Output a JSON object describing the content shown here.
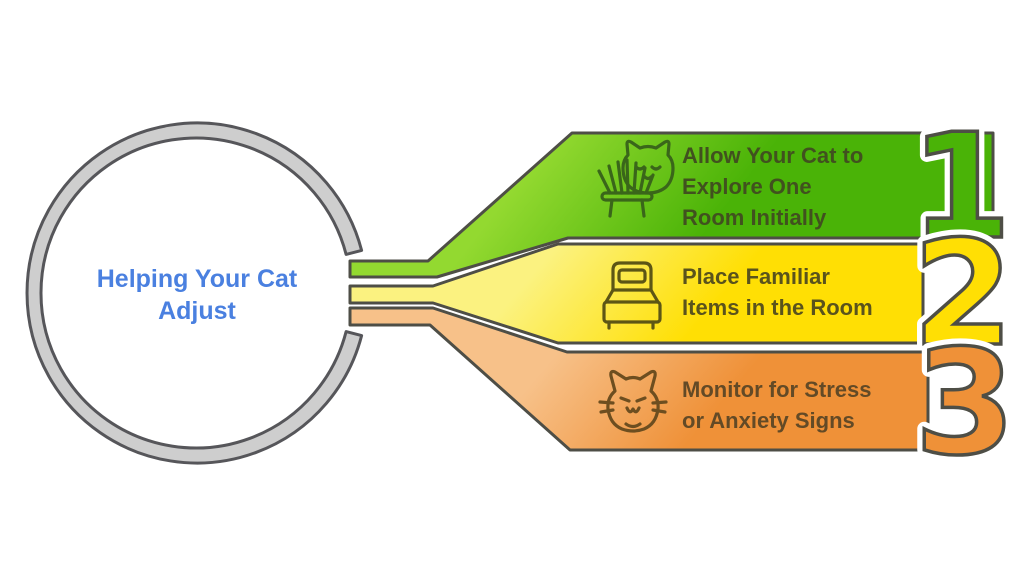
{
  "title": {
    "line1": "Helping Your Cat",
    "line2": "Adjust",
    "color": "#4a80e0"
  },
  "hub": {
    "ring_fill": "#cecece",
    "ring_outline": "#56565a"
  },
  "outline_color": "#4e4e46",
  "halo_color": "#ffffff",
  "steps": [
    {
      "number": "1",
      "label_line1": "Allow Your Cat to",
      "label_line2": "Explore One",
      "label_line3": "Room Initially",
      "icon": "cat-and-grass-icon",
      "color_light": "#93d930",
      "color_dark": "#4ab307",
      "text_color": "#41511f",
      "icon_color": "#3a661a"
    },
    {
      "number": "2",
      "label_line1": "Place Familiar",
      "label_line2": "Items in the Room",
      "label_line3": "",
      "icon": "bed-icon",
      "color_light": "#fbf280",
      "color_dark": "#ffdf04",
      "text_color": "#5a531c",
      "icon_color": "#5d5615"
    },
    {
      "number": "3",
      "label_line1": "Monitor for Stress",
      "label_line2": "or Anxiety Signs",
      "label_line3": "",
      "icon": "cat-face-icon",
      "color_light": "#f7c189",
      "color_dark": "#ef9138",
      "text_color": "#634a26",
      "icon_color": "#6d4e20"
    }
  ]
}
